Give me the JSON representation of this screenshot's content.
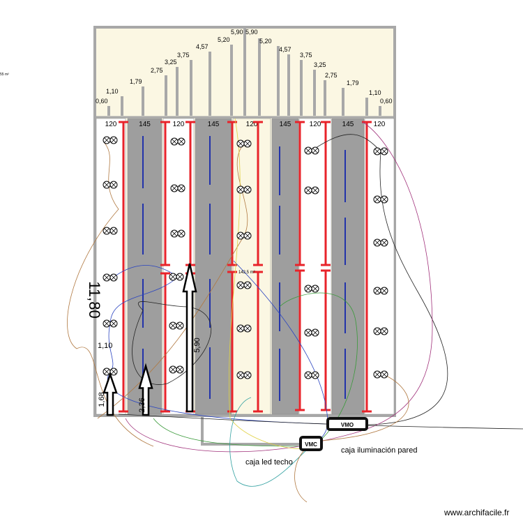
{
  "plan": {
    "total_length": "11,80",
    "area_left": "55 m²",
    "area_center": "142,5 m²",
    "top_heights": [
      "0,60",
      "1,10",
      "1,79",
      "2,75",
      "3,25",
      "3,75",
      "4,57",
      "5,20",
      "5,90",
      "5,90",
      "5,20",
      "4,57",
      "3,75",
      "3,25",
      "2,75",
      "1,79",
      "1,10",
      "0,60"
    ],
    "column_widths": [
      "120",
      "145",
      "120",
      "145",
      "120",
      "145",
      "120",
      "145",
      "120"
    ],
    "dim_1_10": "1,10",
    "arrow_1": "1,68",
    "arrow_2": "2,36",
    "arrow_3": "5,90"
  },
  "boxes": {
    "vmo": "VMO",
    "vmc": "VMC",
    "wall_light_box": "caja iluminación pared",
    "ceiling_led_box": "caja led techo"
  },
  "watermark": "www.archifacile.fr",
  "colors": {
    "cream": "#fbf7e3",
    "wall_gray": "#a8a8a8",
    "bench_gray": "#9e9e9e",
    "red_rail": "#e8232a",
    "blue_led": "#2233aa"
  }
}
